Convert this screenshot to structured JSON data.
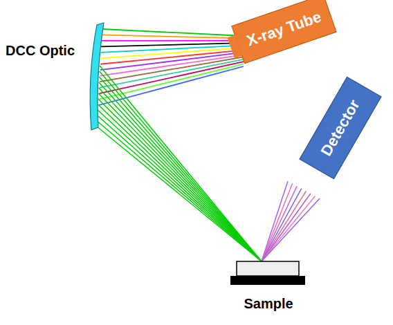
{
  "diagram": {
    "nodes": [
      {
        "text": [
          "X-ray Tube"
        ]
      },
      {
        "text": [
          "Detector"
        ]
      }
    ],
    "labels": [
      "DCC Optic",
      "Sample"
    ]
  }
}
